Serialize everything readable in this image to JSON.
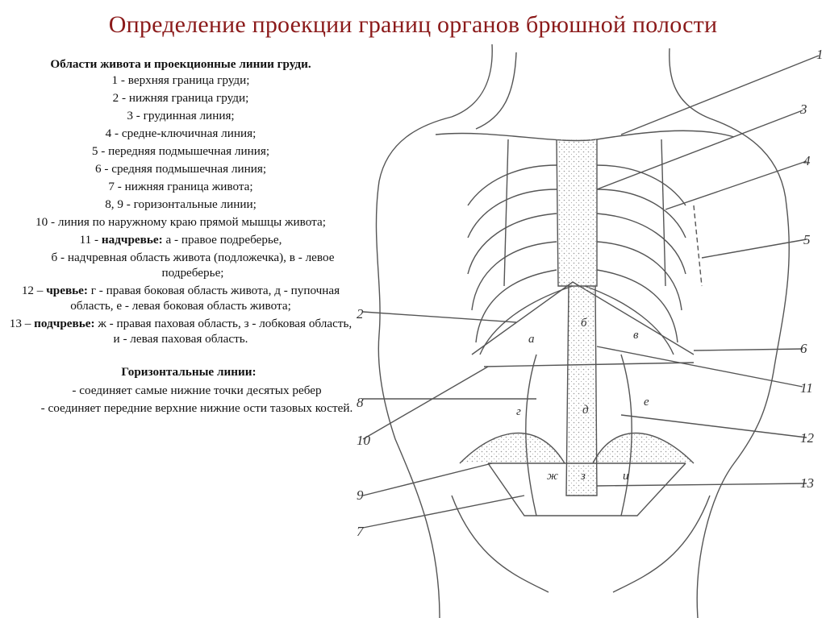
{
  "title": "Определение проекции границ органов брюшной полости",
  "legend": {
    "heading": "Области живота и проекционные линии груди.",
    "items": [
      "1 - верхняя граница груди;",
      "2 - нижняя граница груди;",
      "3 - грудинная линия;",
      "4 - средне-ключичная линия;",
      "5 - передняя подмышечная линия;",
      "6 - средняя подмышечная линия;",
      "7 - нижняя граница живота;",
      "8, 9 - горизонтальные линии;",
      "10 - линия по наружному краю прямой мышцы живота;"
    ],
    "item11": {
      "prefix": "11 - ",
      "bold": "надчревье:",
      "text": " а - правое подреберье,",
      "cont": "б - надчревная область живота (подложечка), в - левое подреберье;"
    },
    "item12": {
      "prefix": "12 – ",
      "bold": "чревье:",
      "text": " г - правая боковая область живота, д - пупочная область, е - левая боковая область живота;"
    },
    "item13": {
      "prefix": "13 – ",
      "bold": "подчревье:",
      "text": " ж - правая паховая область, з - лобковая область, и - левая паховая область."
    },
    "horizontal_heading": "Горизонтальные линии:",
    "horizontal_items": [
      "- соединяет самые нижние точки десятых ребер",
      "- соединяет передние верхние нижние ости тазовых костей."
    ]
  },
  "figure": {
    "numbers": [
      "1",
      "2",
      "3",
      "4",
      "5",
      "6",
      "7",
      "8",
      "9",
      "10",
      "11",
      "12",
      "13"
    ],
    "letters": [
      "а",
      "б",
      "в",
      "г",
      "д",
      "е",
      "ж",
      "з",
      "и"
    ]
  }
}
